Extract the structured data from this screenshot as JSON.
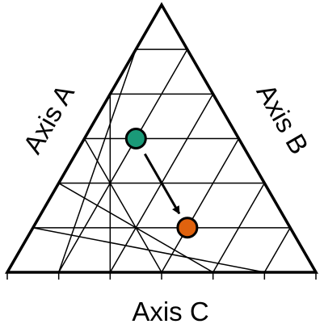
{
  "axes": {
    "a_label": "Axis A",
    "b_label": "Axis B",
    "c_label": "Axis C"
  },
  "grid": {
    "divisions": 6
  },
  "points": [
    {
      "name": "start-point",
      "a": 0.5,
      "b": 0.167,
      "c": 0.333,
      "fill": "#1a9a78"
    },
    {
      "name": "end-point",
      "a": 0.167,
      "b": 0.5,
      "c": 0.333,
      "fill": "#e0620e"
    }
  ],
  "arrow": {
    "from": "start-point",
    "to": "end-point",
    "color": "#000000"
  },
  "colors": {
    "line": "#000000",
    "background": "#ffffff"
  }
}
